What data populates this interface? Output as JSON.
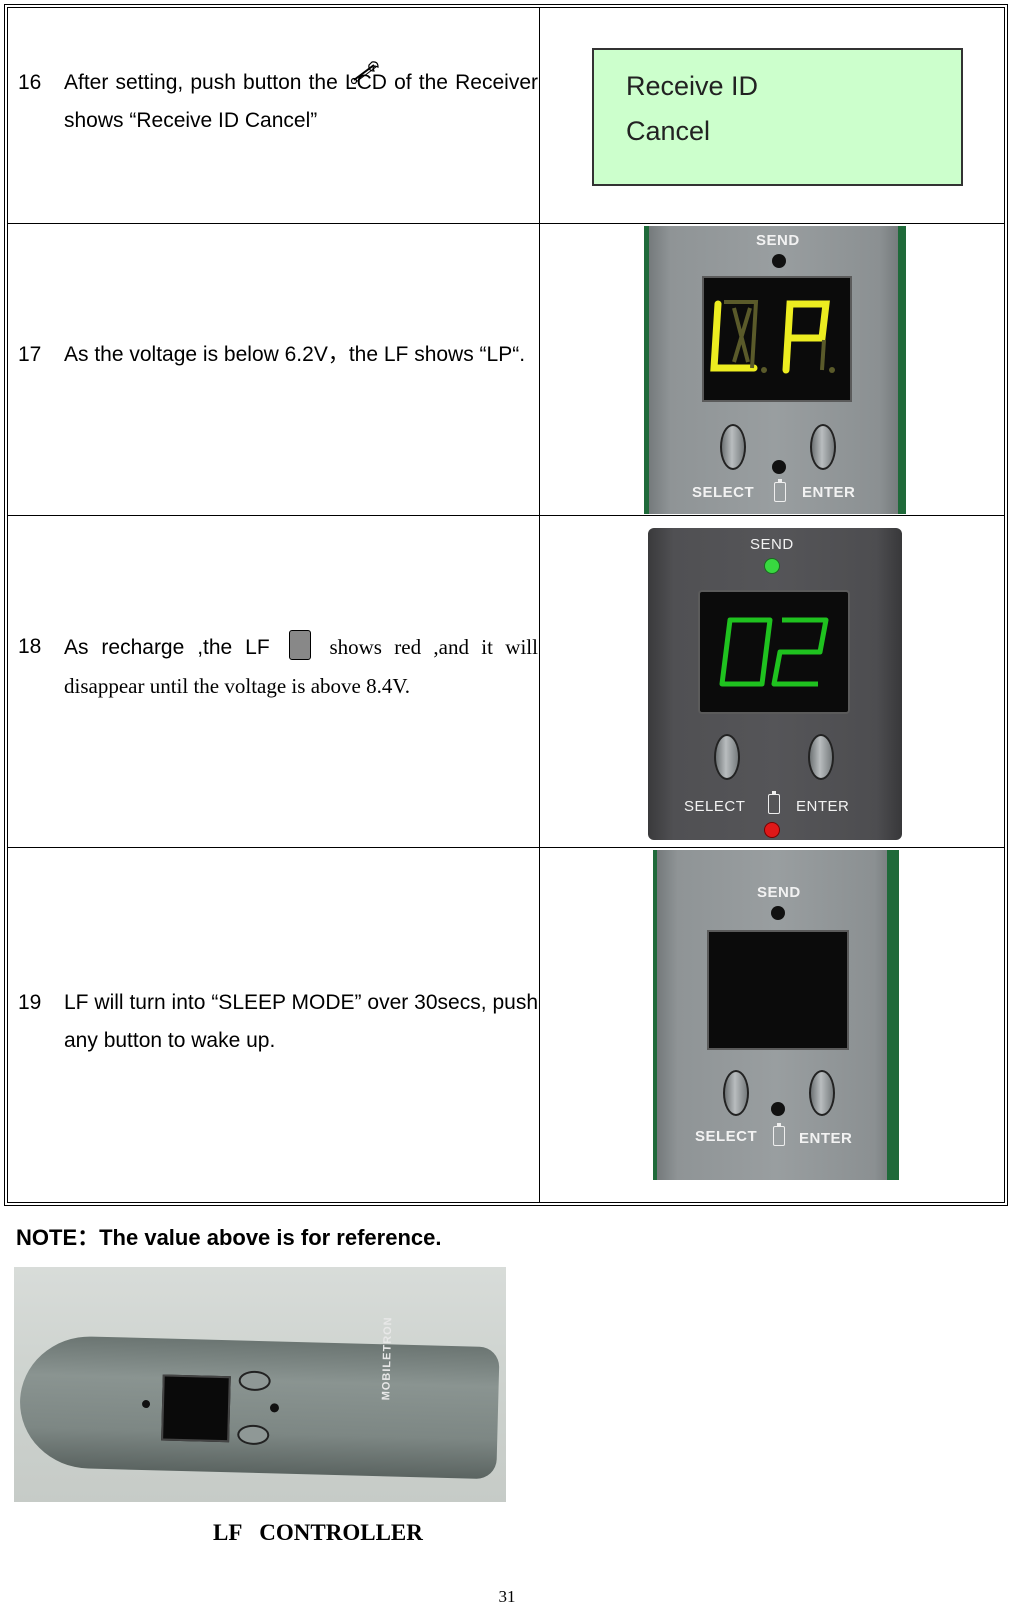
{
  "rows": [
    {
      "num": "16",
      "text": "After setting, push button   the LCD of the Receiver shows “Receive ID Cancel”",
      "lcd": {
        "line1": "Receive ID",
        "line2": "Cancel"
      }
    },
    {
      "num": "17",
      "text": "As the voltage is below 6.2V，the LF shows “LP“.",
      "display": "LP"
    },
    {
      "num": "18",
      "text_a": "As recharge ,the LF",
      "text_b": "shows red ,and it will disappear until the voltage is above 8.4V.",
      "display": "02"
    },
    {
      "num": "19",
      "text": "LF will turn into  “SLEEP MODE” over 30secs, push any button to wake up."
    }
  ],
  "panel": {
    "send": "SEND",
    "select": "SELECT",
    "enter": "ENTER"
  },
  "photo": {
    "brand": "MOBILETRON"
  },
  "icons": [
    "wrench-icon",
    "battery-icon"
  ],
  "note": "NOTE：The value above is for reference.",
  "caption": "LF  CONTROLLER",
  "page_number": "31"
}
